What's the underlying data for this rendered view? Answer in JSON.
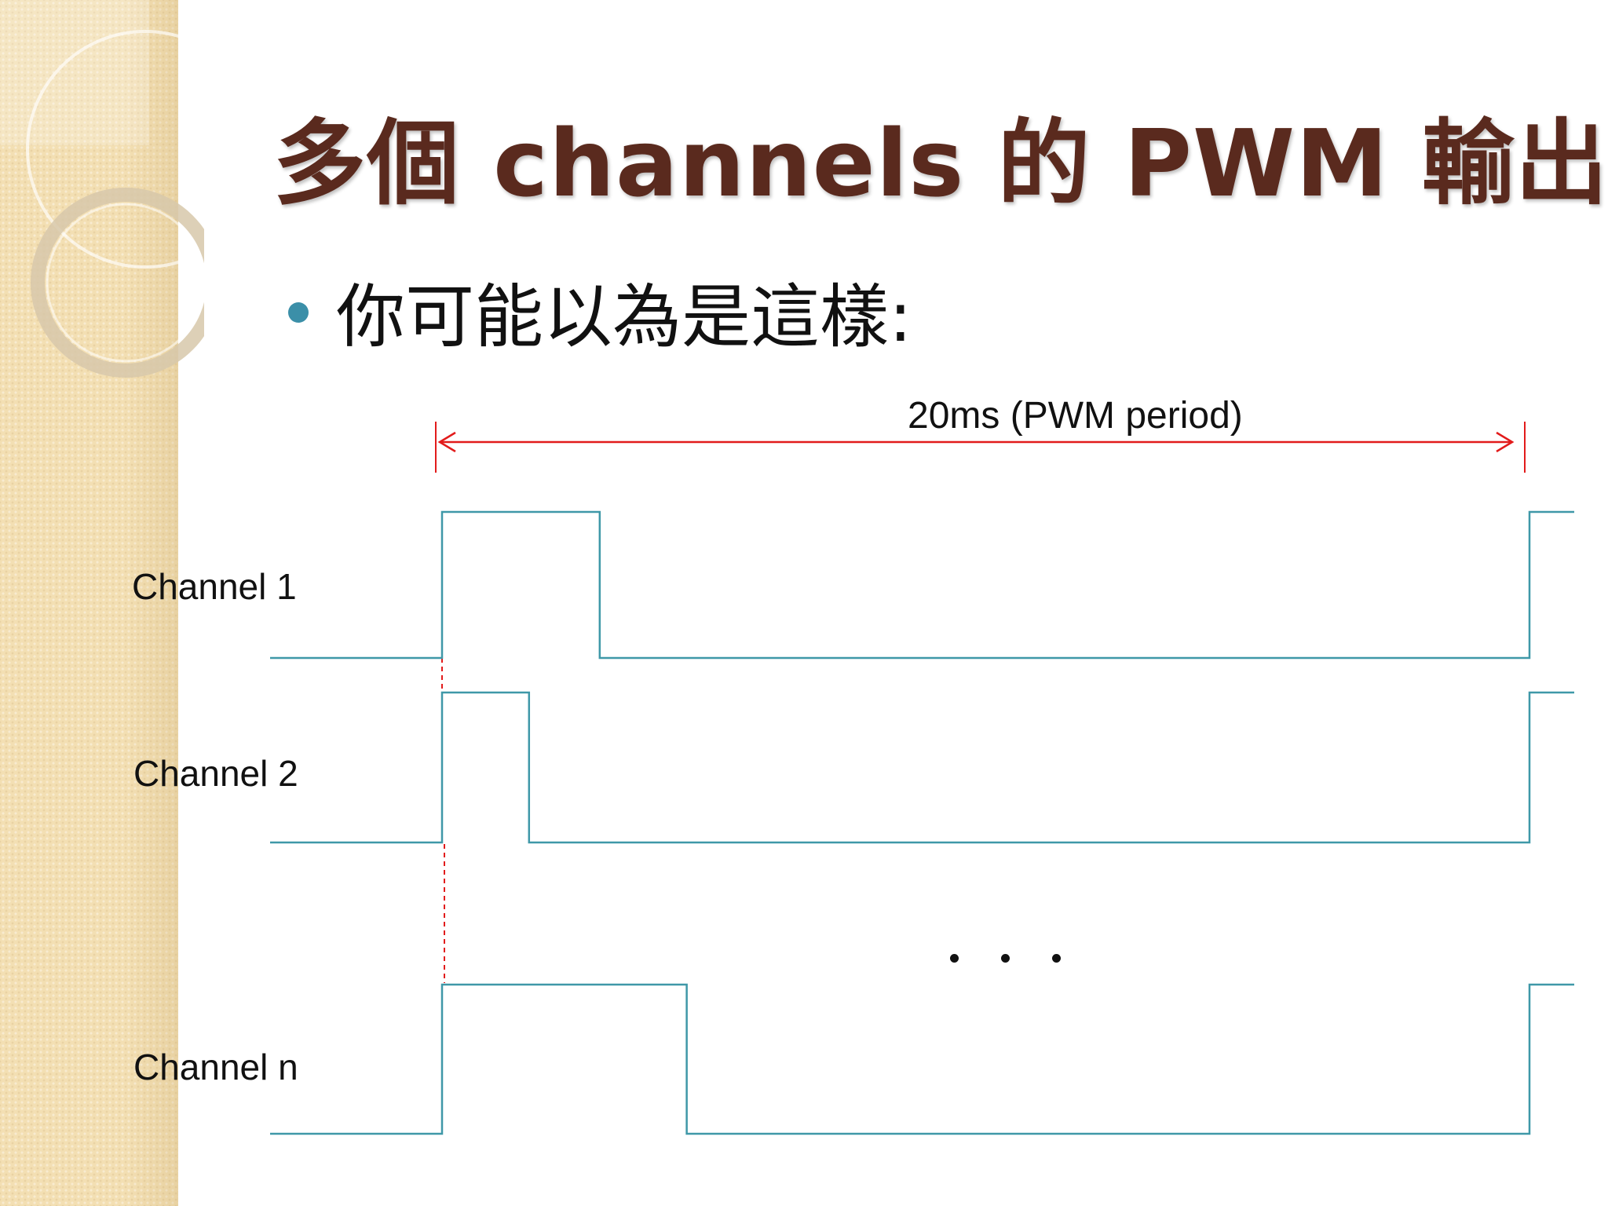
{
  "slide": {
    "title": "多個 channels 的 PWM 輸出",
    "bullet": "你可能以為是這樣:"
  },
  "diagram": {
    "period_label": "20ms (PWM period)",
    "channels": [
      {
        "label": "Channel 1",
        "pulse_fraction": 0.145
      },
      {
        "label": "Channel 2",
        "pulse_fraction": 0.08
      },
      {
        "label": "Channel n",
        "pulse_fraction": 0.225
      }
    ],
    "ellipsis": "· · ·",
    "colors": {
      "waveform": "#3f98a8",
      "period_arrow": "#e21b1b",
      "sync_guide": "#e21b1b",
      "title": "#5a2a1e",
      "bullet": "#3b8fa8"
    }
  }
}
